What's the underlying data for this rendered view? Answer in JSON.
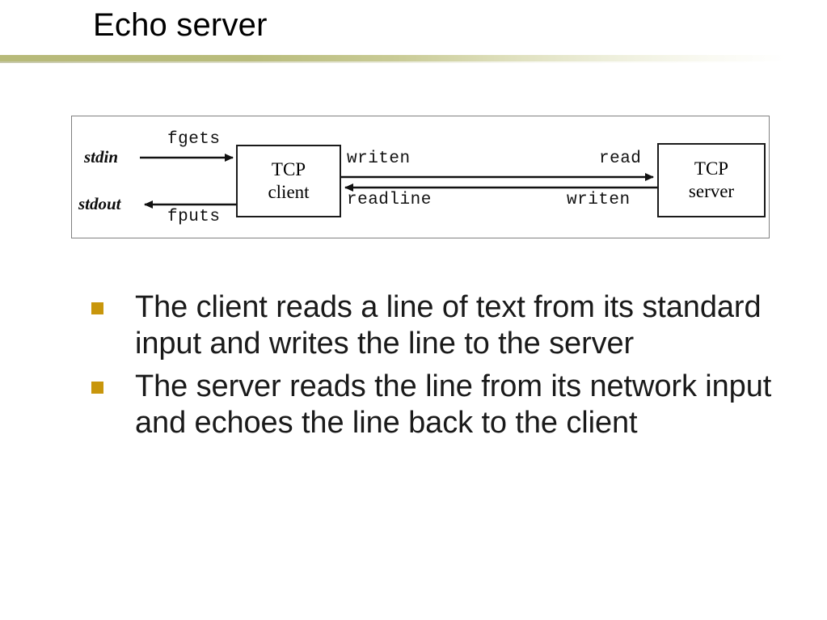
{
  "slide": {
    "title": "Echo server",
    "accent_color": "#b7ba79",
    "bullet_marker_color": "#c8960c",
    "background_color": "#ffffff"
  },
  "figure": {
    "nodes": [
      {
        "id": "client",
        "line1": "TCP",
        "line2": "client"
      },
      {
        "id": "server",
        "line1": "TCP",
        "line2": "server"
      }
    ],
    "io_labels": [
      {
        "id": "stdin",
        "text": "stdin"
      },
      {
        "id": "stdout",
        "text": "stdout"
      }
    ],
    "call_labels": [
      {
        "id": "fgets",
        "text": "fgets"
      },
      {
        "id": "fputs",
        "text": "fputs"
      },
      {
        "id": "writen_client",
        "text": "writen"
      },
      {
        "id": "readline",
        "text": "readline"
      },
      {
        "id": "read",
        "text": "read"
      },
      {
        "id": "writen_server",
        "text": "writen"
      }
    ]
  },
  "bullets": [
    {
      "text": "The client reads a line of text from its standard input and writes the line to the server"
    },
    {
      "text": "The server reads the line from its network input  and echoes the line back to the client"
    }
  ]
}
